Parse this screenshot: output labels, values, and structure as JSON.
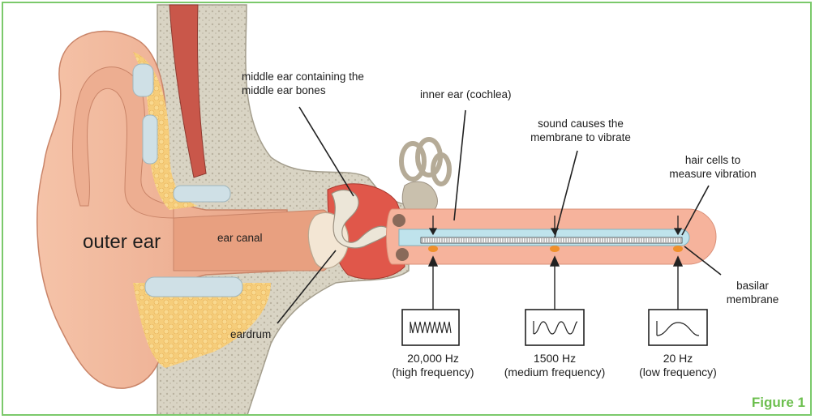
{
  "labels": {
    "middle_ear_line1": "middle ear containing the",
    "middle_ear_line2": "middle ear bones",
    "inner_ear": "inner ear (cochlea)",
    "sound_line1": "sound causes the",
    "sound_line2": "membrane to vibrate",
    "hair_line1": "hair cells to",
    "hair_line2": "measure vibration",
    "outer_ear": "outer ear",
    "ear_canal": "ear canal",
    "eardrum": "eardrum",
    "basilar_line1": "basilar",
    "basilar_line2": "membrane"
  },
  "frequencies": [
    {
      "value": "20,000 Hz",
      "desc": "(high frequency)"
    },
    {
      "value": "1500 Hz",
      "desc": "(medium frequency)"
    },
    {
      "value": "20 Hz",
      "desc": "(low frequency)"
    }
  ],
  "figure_label": "Figure 1",
  "colors": {
    "border": "#7bc96b",
    "skin": "#f2b89b",
    "bone": "#e5e1d3",
    "fat": "#f3c872",
    "cochlea": "#f6b39c",
    "membrane": "#b9e1ea",
    "middle_ear": "#e0574a",
    "marker": "#f0902b",
    "figure_label": "#6cbf4e"
  }
}
